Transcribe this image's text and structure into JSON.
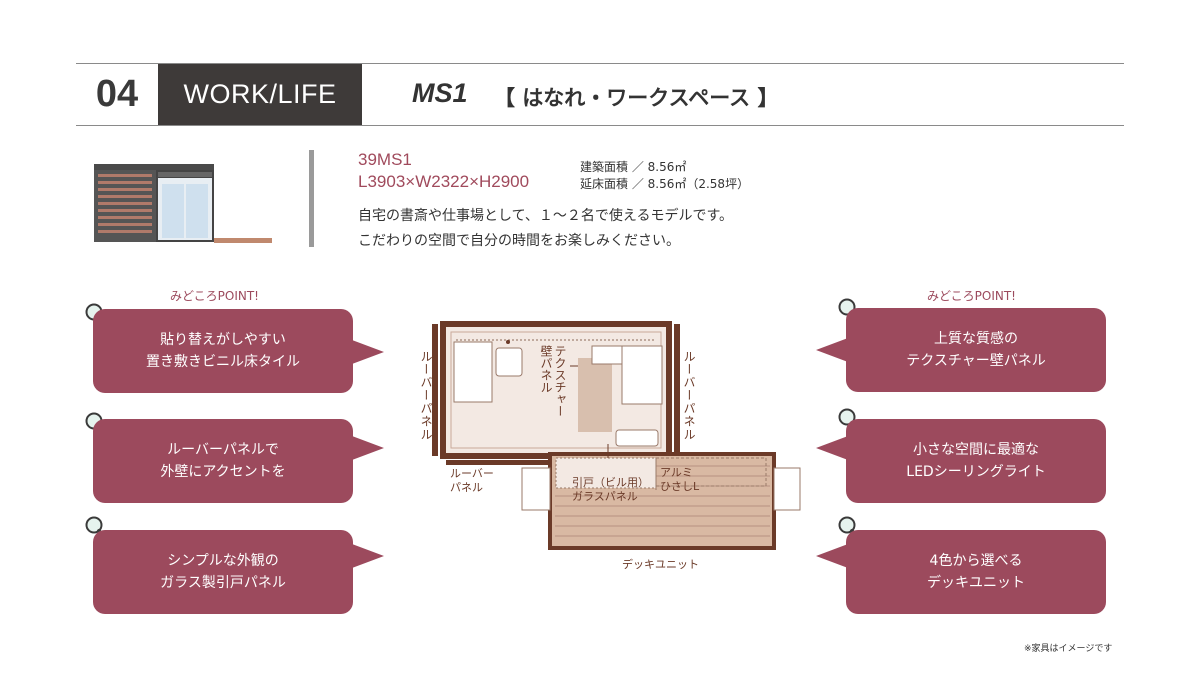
{
  "header": {
    "number": "04",
    "category": "WORK/LIFE",
    "model": "MS1",
    "model_sub": "【 はなれ・ワークスペース 】"
  },
  "info": {
    "code": "39MS1",
    "dimensions": "L3903×W2322×H2900",
    "building_area": "建築面積 ／ 8.56㎡",
    "floor_area": "延床面積 ／ 8.56㎡（2.58坪）",
    "description_1": "自宅の書斎や仕事場として、１～２名で使えるモデルです。",
    "description_2": "こだわりの空間で自分の時間をお楽しみください。"
  },
  "points_label": "みどころPOINT!",
  "left_points": [
    {
      "line1": "貼り替えがしやすい",
      "line2": "置き敷きビニル床タイル"
    },
    {
      "line1": "ルーバーパネルで",
      "line2": "外壁にアクセントを"
    },
    {
      "line1": "シンプルな外観の",
      "line2": "ガラス製引戸パネル"
    }
  ],
  "right_points": [
    {
      "line1": "上質な質感の",
      "line2": "テクスチャー壁パネル"
    },
    {
      "line1": "小さな空間に最適な",
      "line2": "LEDシーリングライト"
    },
    {
      "line1": "4色から選べる",
      "line2": "デッキユニット"
    }
  ],
  "plan_labels": {
    "louver_left": "ルーバーパネル",
    "louver_right": "ルーバーパネル",
    "texture_1": "テクスチャー",
    "texture_2": "壁パネル",
    "louver_bottom_1": "ルーバー",
    "louver_bottom_2": "パネル",
    "sliding_1": "引戸（ビル用）",
    "sliding_2": "ガラスパネル",
    "eave_1": "アルミ",
    "eave_2": "ひさしL",
    "deck": "デッキユニット"
  },
  "note": "※家具はイメージです",
  "colors": {
    "accent": "#9c4a5d",
    "wall": "#6b3a28",
    "deck": "#d9b9a3",
    "header_dark": "#3e3a39"
  }
}
